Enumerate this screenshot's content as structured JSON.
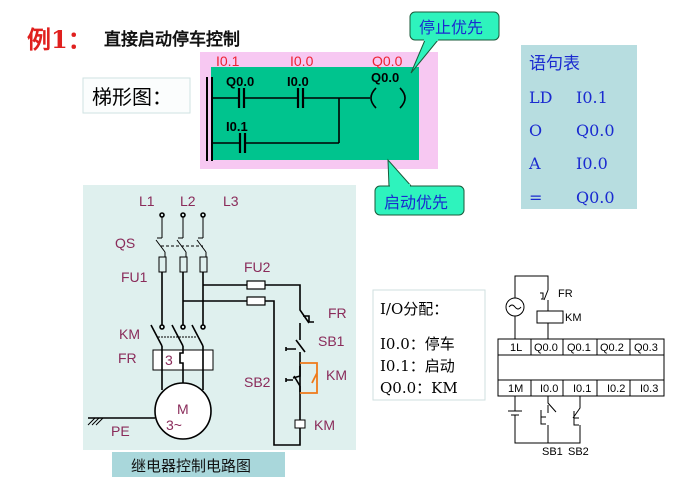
{
  "title": {
    "prefix": "例1：",
    "text": "直接启动停车控制"
  },
  "ladder": {
    "label": "梯形图：",
    "hidden_labels": [
      "I0.1",
      "I0.0",
      "Q0.0"
    ],
    "contacts": [
      "Q0.0",
      "I0.0",
      "I0.1"
    ],
    "coil": "Q0.0"
  },
  "callouts": {
    "stop_priority": "停止优先",
    "start_priority": "启动优先"
  },
  "statement_list": {
    "title": "语句表",
    "rows": [
      {
        "op": "LD",
        "operand": "I0.1"
      },
      {
        "op": "O",
        "operand": "Q0.0"
      },
      {
        "op": "A",
        "operand": "I0.0"
      },
      {
        "op": "=",
        "operand": "Q0.0"
      }
    ]
  },
  "relay_circuit": {
    "caption": "继电器控制电路图",
    "labels": {
      "l1": "L1",
      "l2": "L2",
      "l3": "L3",
      "qs": "QS",
      "fu1": "FU1",
      "fu2": "FU2",
      "km": "KM",
      "fr": "FR",
      "fr2": "FR",
      "sb1": "SB1",
      "sb2": "SB2",
      "km_aux": "KM",
      "km_coil": "KM",
      "fr_box": "3",
      "motor": "M",
      "motor_phase": "3~",
      "pe": "PE"
    }
  },
  "io_assignment": {
    "title": "I/O分配：",
    "rows": [
      "I0.0：停车",
      "I0.1：启动",
      "Q0.0：KM"
    ]
  },
  "plc": {
    "outputs": [
      "1L",
      "Q0.0",
      "Q0.1",
      "Q0.2",
      "Q0.3"
    ],
    "inputs": [
      "1M",
      "I0.0",
      "I0.1",
      "I0.2",
      "I0.3"
    ],
    "labels": {
      "fr": "FR",
      "km": "KM",
      "sb1": "SB1",
      "sb2": "SB2"
    }
  },
  "colors": {
    "title_red": "#e0201e",
    "ladder_green": "#00c48e",
    "pink": "#f7c8f2",
    "callout": "#2ef3bd",
    "stl_bg": "#b7dde0",
    "panel_bg": "#dff0ee",
    "blue_text": "#1a2ad0"
  }
}
